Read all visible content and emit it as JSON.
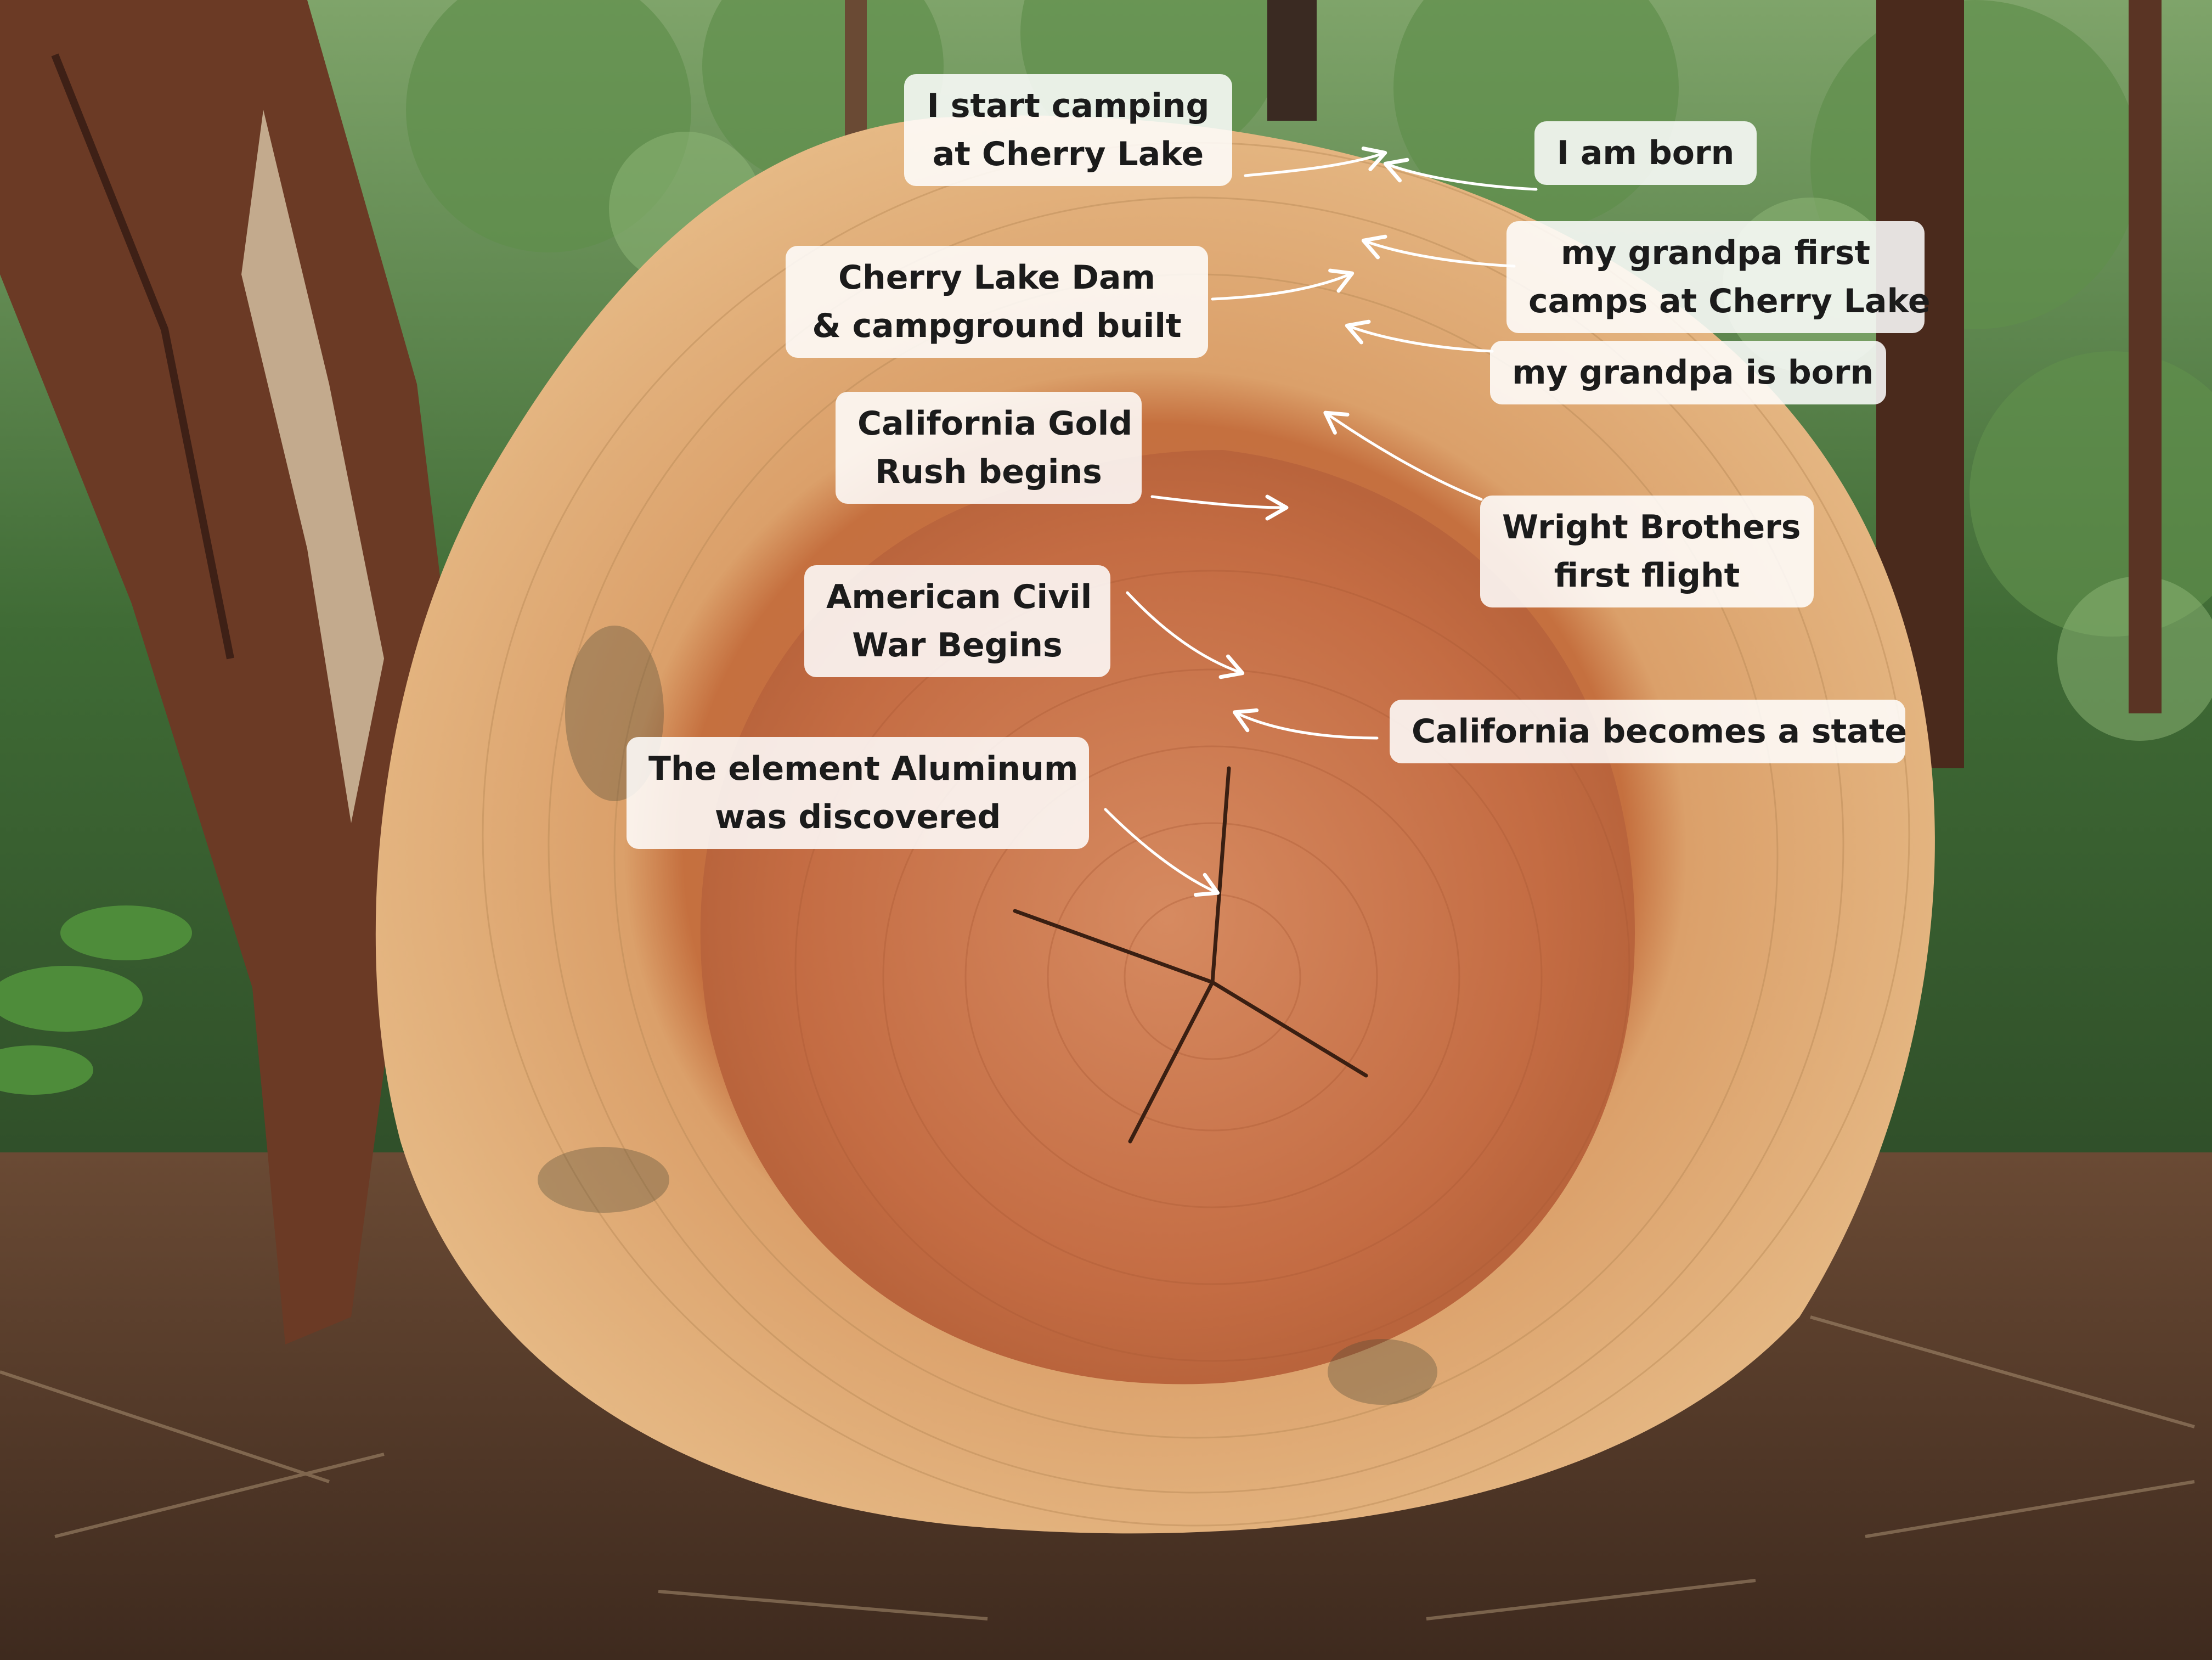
{
  "annotations": [
    {
      "id": "camping",
      "lines": [
        "I start camping",
        "at Cherry Lake"
      ]
    },
    {
      "id": "born",
      "lines": [
        "I am born"
      ]
    },
    {
      "id": "dam",
      "lines": [
        "Cherry Lake Dam",
        "& campground built"
      ]
    },
    {
      "id": "grandpa-camps",
      "lines": [
        "my grandpa first",
        "camps at Cherry Lake"
      ]
    },
    {
      "id": "grandpa-born",
      "lines": [
        "my grandpa is born"
      ]
    },
    {
      "id": "gold-rush",
      "lines": [
        "California Gold",
        "Rush begins"
      ]
    },
    {
      "id": "wright",
      "lines": [
        "Wright Brothers",
        "first flight"
      ]
    },
    {
      "id": "civil-war",
      "lines": [
        "American Civil",
        "War Begins"
      ]
    },
    {
      "id": "state",
      "lines": [
        "California becomes a state"
      ]
    },
    {
      "id": "aluminum",
      "lines": [
        "The element Aluminum",
        "was discovered"
      ]
    }
  ],
  "colors": {
    "sapwood": "#e2b37a",
    "heartwood": "#c9754a",
    "bark": "#6b3a25",
    "forest": "#3f6b35",
    "ground": "#5a3d2b",
    "label_bg": "#ffffff",
    "arrow": "#ffffff"
  }
}
